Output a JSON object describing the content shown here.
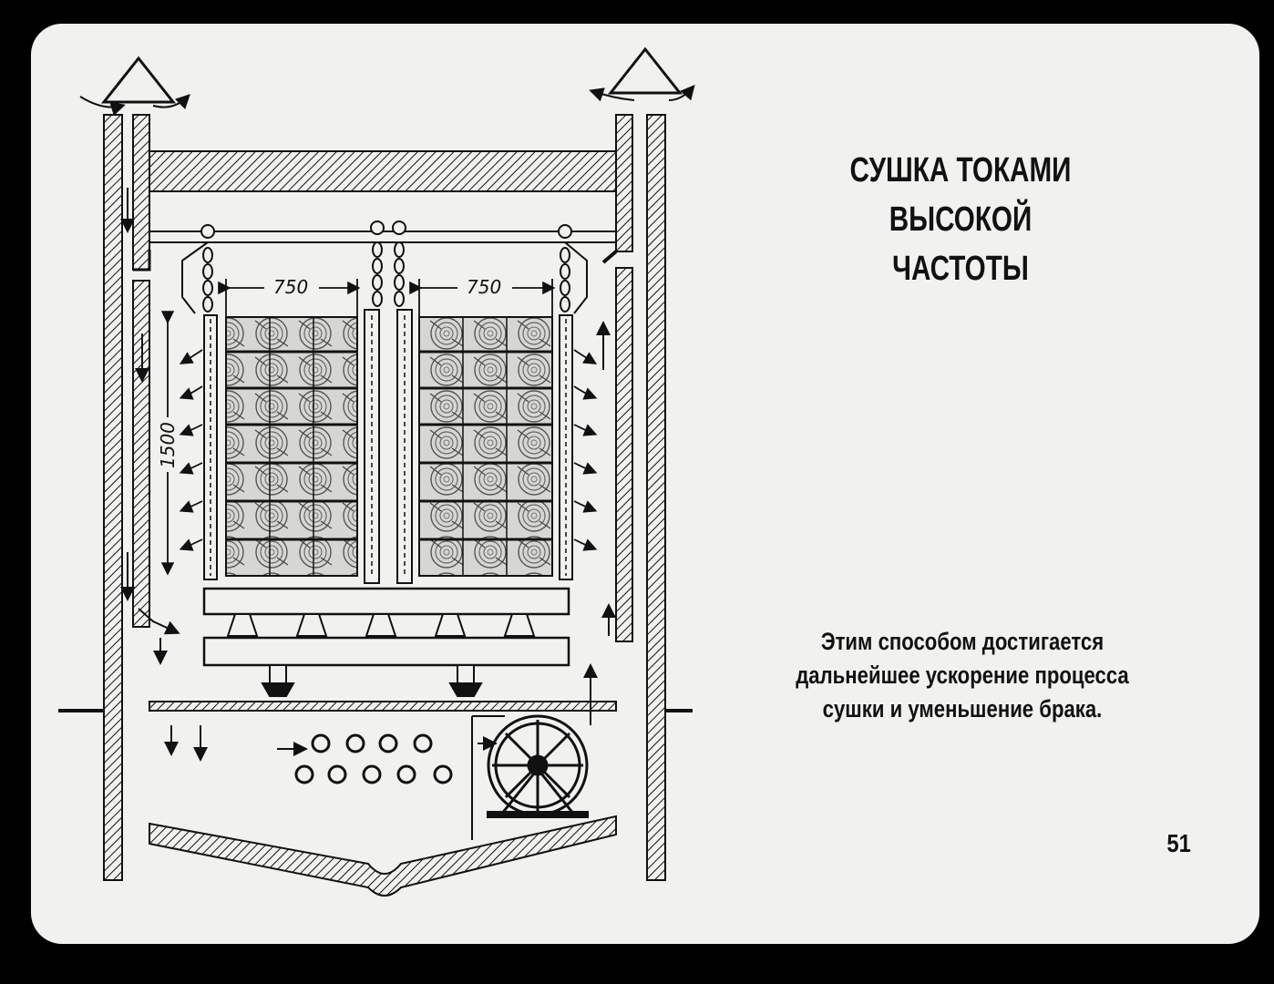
{
  "title": {
    "line1": "СУШКА ТОКАМИ ВЫСОКОЙ",
    "line2": "ЧАСТОТЫ"
  },
  "caption": {
    "line1": "Этим способом достигается",
    "line2": "дальнейшее ускорение процесса",
    "line3": "сушки и уменьшение брака."
  },
  "page_number": "51",
  "dimensions": {
    "width_left": "750",
    "width_right": "750",
    "height": "1500"
  }
}
